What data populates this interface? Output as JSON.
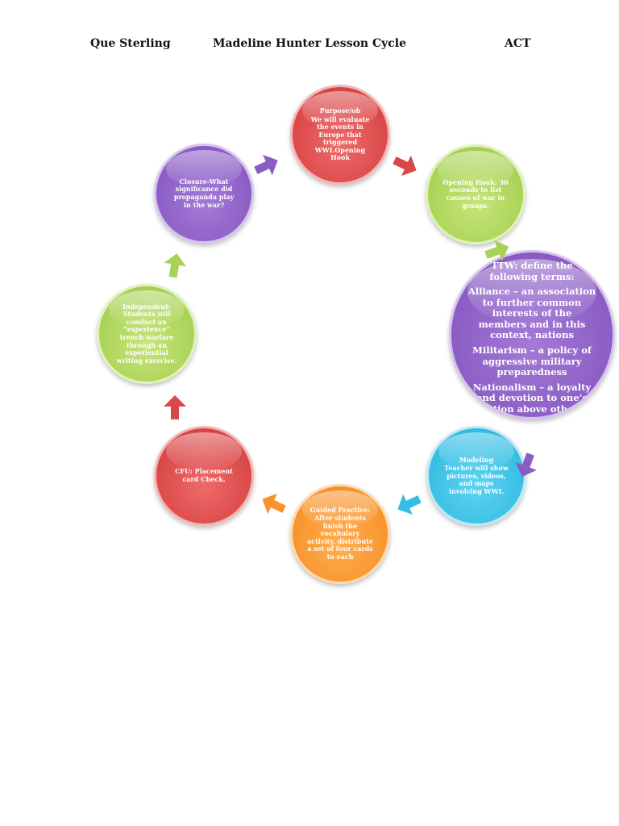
{
  "header": {
    "left": "Que Sterling",
    "center": "Madeline Hunter Lesson Cycle",
    "right": "ACT"
  },
  "nodes": {
    "purpose": {
      "title": "Purpose/ob",
      "text": "We will evaluate the events in Europe that triggered WWI.Opening Hook"
    },
    "hook": {
      "text": "Opening Hook: 30 seconds to list causes of war in groups."
    },
    "ttw": {
      "intro": "TTW: define the following terms:",
      "alliance": "Alliance – an association to further common interests of the members and in this context, nations",
      "militarism": "Militarism – a policy of aggressive military preparedness",
      "nationalism": "Nationalism – a loyalty and devotion to one’s nation above others"
    },
    "modeling": {
      "title": "Modeling",
      "text": "Teacher will show pictures, videos, and maps involving WWI."
    },
    "guided": {
      "text": "Guided Practice: After students finish the vocabulary activity, distribute a set of four cards to each"
    },
    "cfu": {
      "text": "CFU: Placement card Check."
    },
    "independent": {
      "text": "Independent: Students will conduct an \"experience\" trench warfare through an experiential writing exercise."
    },
    "closure": {
      "text": "Closure-What significance did propaganda play in the war?"
    }
  },
  "colors": {
    "red": "#d94747",
    "green": "#a8d255",
    "purple": "#8a5cc4",
    "blue": "#35bde3",
    "orange": "#f7932c"
  }
}
